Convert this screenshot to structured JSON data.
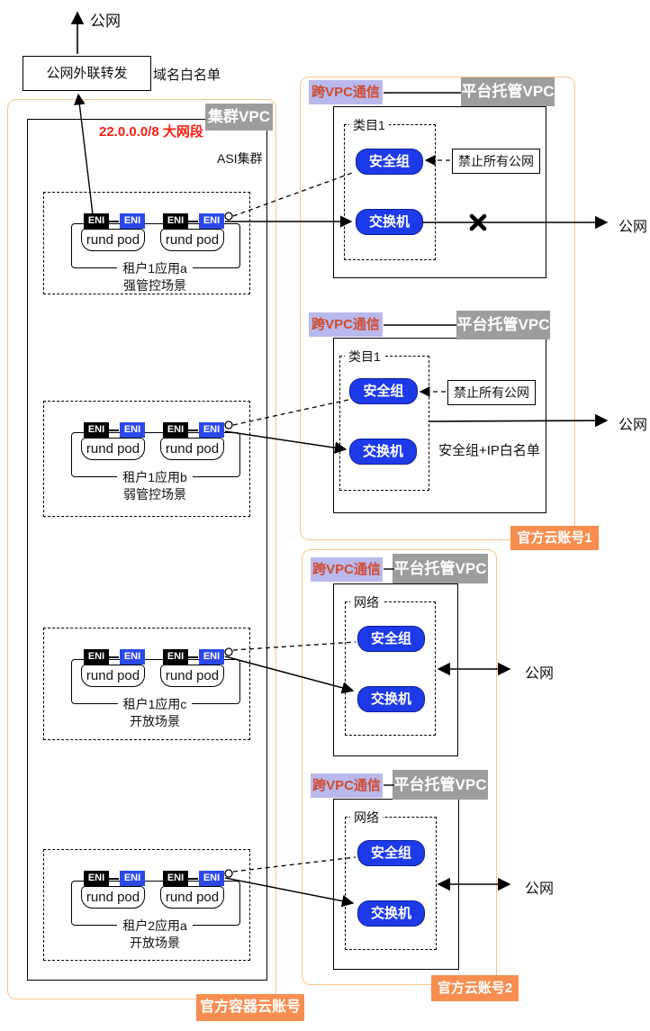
{
  "top": {
    "public_net": "公网",
    "forward_label": "公网外联转发",
    "domain_whitelist": "域名白名单"
  },
  "cluster": {
    "vpc_badge": "集群VPC",
    "cidr": "22.0.0.0/8 大网段",
    "asi": "ASI集群",
    "account_badge": "官方容器云账号",
    "eni": "ENI",
    "pod": "rund pod",
    "groups": [
      {
        "app": "租户1应用a",
        "scene": "强管控场景"
      },
      {
        "app": "租户1应用b",
        "scene": "弱管控场景"
      },
      {
        "app": "租户1应用c",
        "scene": "开放场景"
      },
      {
        "app": "租户2应用a",
        "scene": "开放场景"
      }
    ]
  },
  "accounts": [
    {
      "badge": "官方云账号1"
    },
    {
      "badge": "官方云账号2"
    }
  ],
  "vpcs": [
    {
      "cross": "跨VPC通信",
      "badge": "平台托管VPC",
      "zone": "类目1",
      "sg": "安全组",
      "sw": "交换机",
      "ban": "禁止所有公网",
      "public_net": "公网"
    },
    {
      "cross": "跨VPC通信",
      "badge": "平台托管VPC",
      "zone": "类目1",
      "sg": "安全组",
      "sw": "交换机",
      "ban": "禁止所有公网",
      "whitelist": "安全组+IP白名单",
      "public_net": "公网"
    },
    {
      "cross": "跨VPC通信",
      "badge": "平台托管VPC",
      "zone": "网络",
      "sg": "安全组",
      "sw": "交换机",
      "public_net": "公网"
    },
    {
      "cross": "跨VPC通信",
      "badge": "平台托管VPC",
      "zone": "网络",
      "sg": "安全组",
      "sw": "交换机",
      "public_net": "公网"
    }
  ],
  "colors": {
    "container_border": "#f8c68f",
    "account_badge_orange": "#f78e50",
    "vpc_badge_gray": "#9d9d9d",
    "pill_blue": "#1d3ae8",
    "eni_blue": "#2b49e8",
    "cross_label_bg": "#b9b9ec",
    "cross_label_text": "#d04a2f",
    "cidr_red": "#fb1f12"
  }
}
